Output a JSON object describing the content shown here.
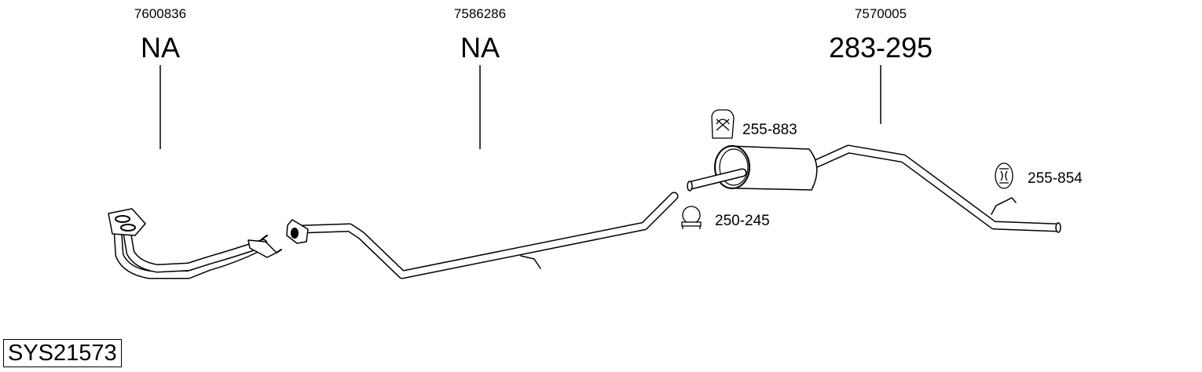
{
  "parts": [
    {
      "code": "7600836",
      "number": "NA"
    },
    {
      "code": "7586286",
      "number": "NA"
    },
    {
      "code": "7570005",
      "number": "283-295"
    }
  ],
  "accessories": [
    {
      "number": "255-883",
      "icon": "rubber-hanger-icon"
    },
    {
      "number": "250-245",
      "icon": "clamp-icon"
    },
    {
      "number": "255-854",
      "icon": "rubber-hanger-icon"
    }
  ],
  "system_id": "SYS21573"
}
